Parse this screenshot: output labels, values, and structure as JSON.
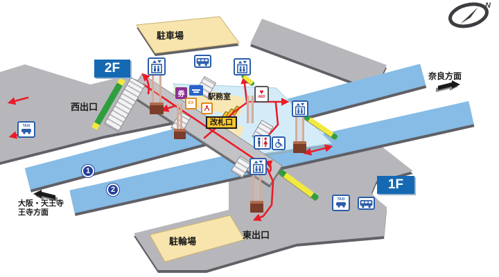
{
  "compass": {
    "north_label": "N"
  },
  "floors": {
    "upper_label": "2F",
    "lower_label": "1F"
  },
  "areas": {
    "parking": "駐車場",
    "bicycle_parking": "駐輪場",
    "station_office": "駅務室",
    "ticket_gate": "改札口",
    "west_exit": "西出口",
    "east_exit": "東出口"
  },
  "directions": {
    "nara": "奈良方面",
    "osaka_tennoji": "大阪・天王寺",
    "oji": "王寺方面"
  },
  "platforms": {
    "platform1_number": "1",
    "platform2_number": "2"
  },
  "icon_labels": {
    "taxi": "TAXI",
    "aed": "AED",
    "ticket_machine": "券",
    "ex_machine": "EX"
  },
  "icon_glyphs": {
    "elevator": "elevator-car-with-up-down-arrows",
    "escalator": "yellow-green-ramp",
    "bus": "bus-front",
    "taxi": "car-side",
    "toilet": "man-woman-figures",
    "wheelchair": "wheelchair-figure",
    "aed": "red-heart",
    "compass": "north-needle-ellipse"
  },
  "colors": {
    "track_platform_blue": "#86bce6",
    "concourse_blue": "#d4ecf8",
    "road_gray": "#b7b7bb",
    "passage_gray": "#c3c3c7",
    "floor_badge_blue": "#1569b3",
    "route_red": "#e81c28",
    "escalator_green": "#2f9e3f",
    "escalator_yellow": "#f2e93e",
    "room_cream": "#f8e7b4",
    "platform_badge_navy": "#23409a",
    "gate_yellow": "#f6c52e"
  }
}
